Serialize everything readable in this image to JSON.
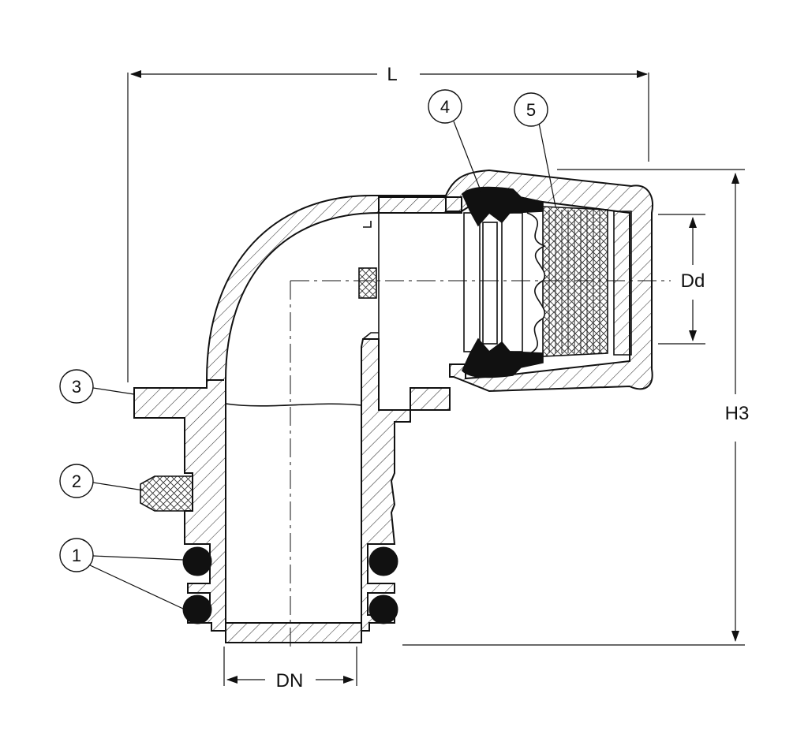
{
  "dimensions": {
    "length": "L",
    "height": "H3",
    "nominal_diameter": "DN",
    "thread_diameter": "Dd"
  },
  "callouts": [
    "1",
    "2",
    "3",
    "4",
    "5"
  ],
  "colors": {
    "line": "#111111",
    "hatch": "#333333",
    "seal": "#111111",
    "background": "#ffffff"
  }
}
